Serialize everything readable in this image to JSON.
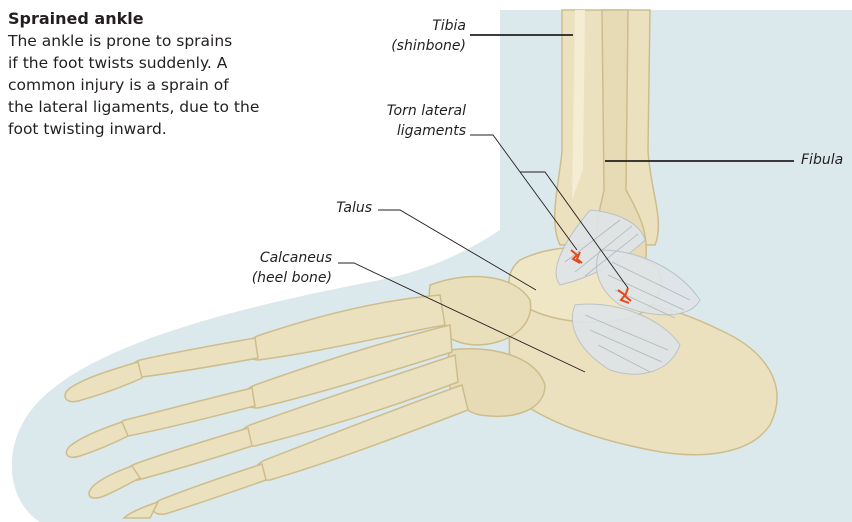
{
  "caption": {
    "title": "Sprained ankle",
    "body": [
      "The ankle is prone to sprains",
      "if the foot twists suddenly. A",
      "common injury is a sprain of",
      "the lateral ligaments, due to the",
      "foot twisting inward."
    ]
  },
  "labels": {
    "tibia": [
      "Tibia",
      "(shinbone)"
    ],
    "fibula": [
      "Fibula"
    ],
    "torn_ligaments": [
      "Torn lateral",
      "ligaments"
    ],
    "talus": [
      "Talus"
    ],
    "calcaneus": [
      "Calcaneus",
      "(heel bone)"
    ]
  },
  "colors": {
    "skin_outline": "#dce9ec",
    "bone": "#ebe1bf",
    "bone_shadow": "#d4c59a",
    "ligament": "#dfe4e7",
    "tear": "#e24a1b",
    "leader_line": "#231f20"
  }
}
